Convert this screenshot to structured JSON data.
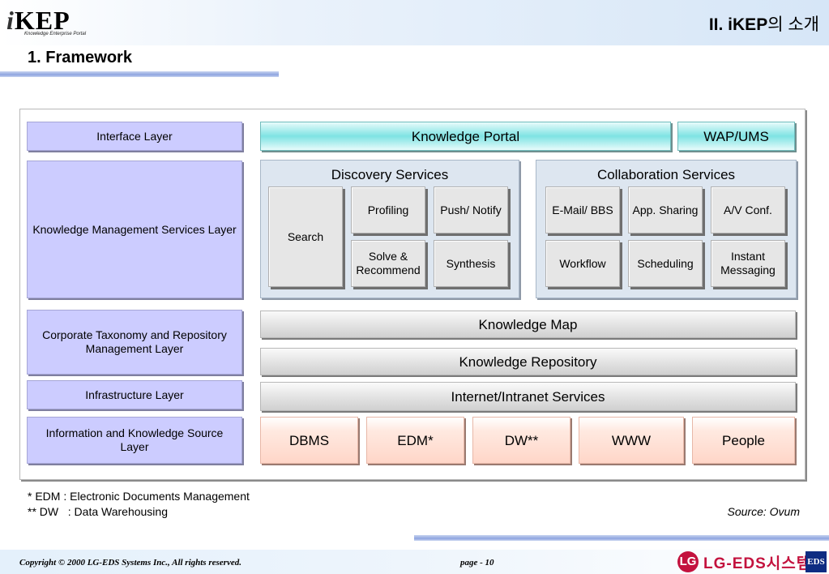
{
  "header": {
    "logo_i": "i",
    "logo_rest": "KEP",
    "logo_subtitle": "Knowledge Enterprise Portal",
    "title_latin": "II. iKEP",
    "title_korean": "의 소개",
    "section_title": "1. Framework"
  },
  "diagram": {
    "layers": [
      "Interface Layer",
      "Knowledge Management Services Layer",
      "Corporate Taxonomy and Repository Management Layer",
      "Infrastructure Layer",
      "Information and Knowledge Source Layer"
    ],
    "interface": {
      "portal": "Knowledge Portal",
      "wap": "WAP/UMS"
    },
    "discovery": {
      "title": "Discovery Services",
      "search": "Search",
      "profiling": "Profiling",
      "push_notify": "Push/ Notify",
      "solve_recommend": "Solve & Recommend",
      "synthesis": "Synthesis"
    },
    "collaboration": {
      "title": "Collaboration Services",
      "email_bbs": "E-Mail/ BBS",
      "app_sharing": "App. Sharing",
      "av_conf": "A/V Conf.",
      "workflow": "Workflow",
      "scheduling": "Scheduling",
      "instant_messaging": "Instant Messaging"
    },
    "knowledge_map": "Knowledge Map",
    "knowledge_repository": "Knowledge Repository",
    "internet_services": "Internet/Intranet Services",
    "sources": [
      "DBMS",
      "EDM*",
      "DW**",
      "WWW",
      "People"
    ]
  },
  "footnotes": [
    "* EDM : Electronic Documents Management",
    "** DW   : Data Warehousing"
  ],
  "source_note": "Source: Ovum",
  "footer": {
    "copyright": "Copyright © 2000 LG-EDS Systems Inc., All rights reserved.",
    "page": "page - 10",
    "lg_mark": "LG",
    "company_logo_text": "LG-EDS시스템",
    "eds_badge": "EDS"
  },
  "colors": {
    "layer_fill": "#ccccff",
    "portal_fill": "#7ee3e3",
    "panel_fill": "#dde6f0",
    "source_fill": "#ffd6c8",
    "lg_red": "#c3123e",
    "eds_blue": "#0e2c82"
  }
}
